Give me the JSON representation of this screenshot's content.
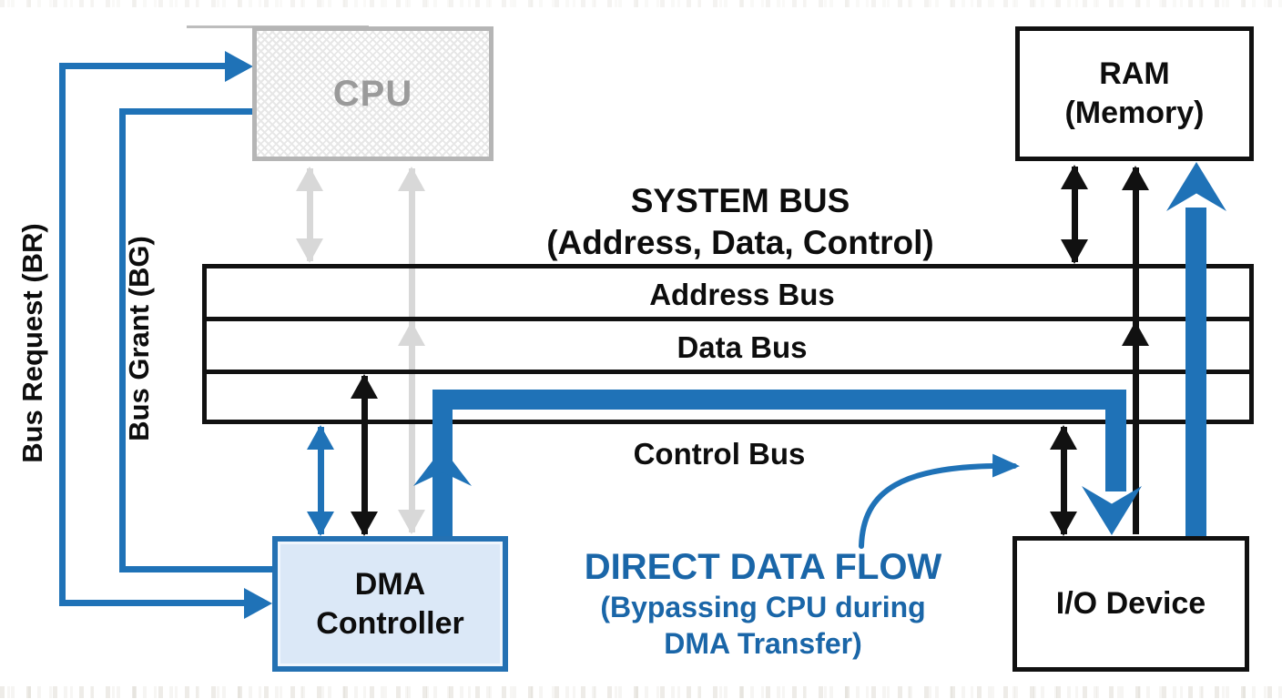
{
  "title": {
    "line1": "SYSTEM BUS",
    "line2": "(Address, Data, Control)"
  },
  "boxes": {
    "cpu": {
      "label": "CPU"
    },
    "ram": {
      "line1": "RAM",
      "line2": "(Memory)"
    },
    "dma": {
      "line1": "DMA",
      "line2": "Controller"
    },
    "io": {
      "label": "I/O Device"
    }
  },
  "bus_rows": {
    "address": "Address Bus",
    "data": "Data Bus",
    "control": "Control Bus"
  },
  "signals": {
    "bus_request": "Bus Request (BR)",
    "bus_grant": "Bus Grant (BG)"
  },
  "annotation": {
    "line1": "DIRECT DATA FLOW",
    "line2": "(Bypassing CPU during",
    "line3": "DMA Transfer)"
  },
  "colors": {
    "blue": "#1f72b7",
    "blue-dark": "#1a66a8",
    "black": "#111111",
    "gray-arrow": "#d8d8d8",
    "cpu-border": "#b5b5b5",
    "cpu-text": "#9a9a9a",
    "dma-fill": "#dbe8f7",
    "dma-border": "#2471b3"
  }
}
